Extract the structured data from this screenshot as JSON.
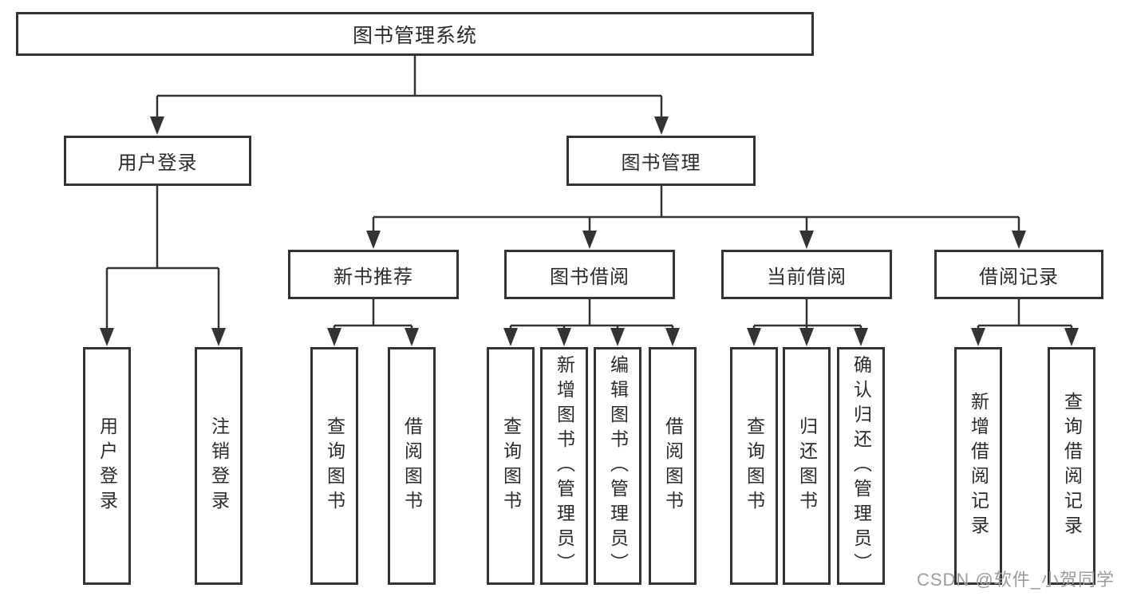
{
  "diagram": {
    "type": "hierarchy-tree",
    "root": {
      "label": "图书管理系统"
    },
    "branches": [
      {
        "label": "用户登录",
        "leaves": [
          {
            "label": "用户登录"
          },
          {
            "label": "注销登录"
          }
        ]
      },
      {
        "label": "图书管理",
        "groups": [
          {
            "label": "新书推荐",
            "leaves": [
              {
                "label": "查询图书"
              },
              {
                "label": "借阅图书"
              }
            ]
          },
          {
            "label": "图书借阅",
            "leaves": [
              {
                "label": "查询图书"
              },
              {
                "label": "新增图书（管理员）"
              },
              {
                "label": "编辑图书（管理员）"
              },
              {
                "label": "借阅图书"
              }
            ]
          },
          {
            "label": "当前借阅",
            "leaves": [
              {
                "label": "查询图书"
              },
              {
                "label": "归还图书"
              },
              {
                "label": "确认归还（管理员）"
              }
            ]
          },
          {
            "label": "借阅记录",
            "leaves": [
              {
                "label": "新增借阅记录"
              },
              {
                "label": "查询借阅记录"
              }
            ]
          }
        ]
      }
    ],
    "colors": {
      "line": "#333333",
      "text": "#2b2b2b",
      "background": "#ffffff",
      "watermark": "#9b9b9b"
    },
    "watermark": "CSDN @软件_小贺同学"
  }
}
